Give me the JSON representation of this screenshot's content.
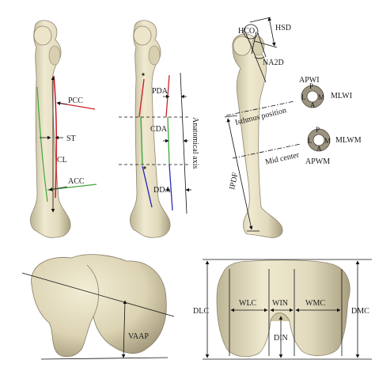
{
  "panel_femur_curvature": {
    "labels": {
      "pcc": "PCC",
      "st": "ST",
      "cl": "CL",
      "acc": "ACC"
    }
  },
  "panel_diaphysis": {
    "labels": {
      "pda": "PDA",
      "cda": "CDA",
      "dda": "DDA",
      "anatomical_axis": "Anatomical axis"
    }
  },
  "panel_proximal": {
    "labels": {
      "hco": "HCO",
      "hsd": "HSD",
      "na2d": "NA2D",
      "apwi": "APWI",
      "mlwi": "MLWI",
      "mlwm": "MLWM",
      "apwm": "APWM",
      "isthmus_position": "Isthmus position",
      "mid_center": "Mid center",
      "ipdf": "IPDF",
      "section_i_p": "P",
      "section_i_l": "L",
      "section_i_m": "M",
      "section_i_a": "A",
      "section_m_p": "P",
      "section_m_l": "L",
      "section_m_m": "M",
      "section_m_a": "A"
    }
  },
  "panel_distal_lateral": {
    "labels": {
      "vaap": "VAAP"
    }
  },
  "panel_distal_frontal": {
    "labels": {
      "dlc": "DLC",
      "wlc": "WLC",
      "win": "WIN",
      "wmc": "WMC",
      "dmc": "DMC",
      "din": "DIN"
    }
  },
  "colors": {
    "red": "#d0202a",
    "green": "#3fa83a",
    "blue": "#2a2fb8",
    "bone": "#e6dfc4"
  }
}
